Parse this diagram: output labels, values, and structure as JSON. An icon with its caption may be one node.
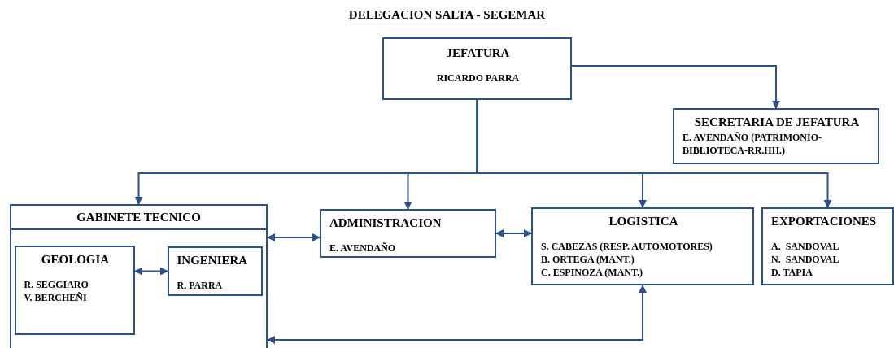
{
  "diagram": {
    "title": "DELEGACION  SALTA - SEGEMAR",
    "nodes": [
      {
        "text": [
          "JEFATURA",
          "RICARDO PARRA"
        ]
      },
      {
        "text": [
          "SECRETARIA DE JEFATURA",
          "E. AVENDAÑO (PATRIMONIO-BIBLIOTECA-RR.HH.)"
        ]
      },
      {
        "text": [
          "GABINETE TECNICO"
        ]
      },
      {
        "text": [
          "GEOLOGIA",
          "R. SEGGIARO",
          "V. BERCHEÑI"
        ],
        "in": 2
      },
      {
        "text": [
          "INGENIERA",
          "R. PARRA"
        ],
        "in": 2
      },
      {
        "text": [
          "ADMINISTRACION",
          "E. AVENDAÑO"
        ]
      },
      {
        "text": [
          "LOGISTICA",
          "S. CABEZAS (RESP. AUTOMOTORES)",
          "B. ORTEGA (MANT.)",
          "C. ESPINOZA (MANT.)"
        ]
      },
      {
        "text": [
          "EXPORTACIONES",
          "A.  SANDOVAL",
          "N.  SANDOVAL",
          "D. TAPIA"
        ]
      }
    ],
    "edges": [
      {
        "from": 0,
        "to": 1,
        "arrow": "to"
      },
      {
        "from": 0,
        "to": 2,
        "arrow": "to"
      },
      {
        "from": 0,
        "to": 5,
        "arrow": "to"
      },
      {
        "from": 0,
        "to": 6,
        "arrow": "to"
      },
      {
        "from": 0,
        "to": 7,
        "arrow": "to"
      },
      {
        "from": 3,
        "to": 4,
        "arrow": "both"
      },
      {
        "from": 2,
        "to": 5,
        "arrow": "both"
      },
      {
        "from": 5,
        "to": 6,
        "arrow": "both"
      },
      {
        "from": 2,
        "to": 6,
        "arrow": "both"
      }
    ]
  }
}
